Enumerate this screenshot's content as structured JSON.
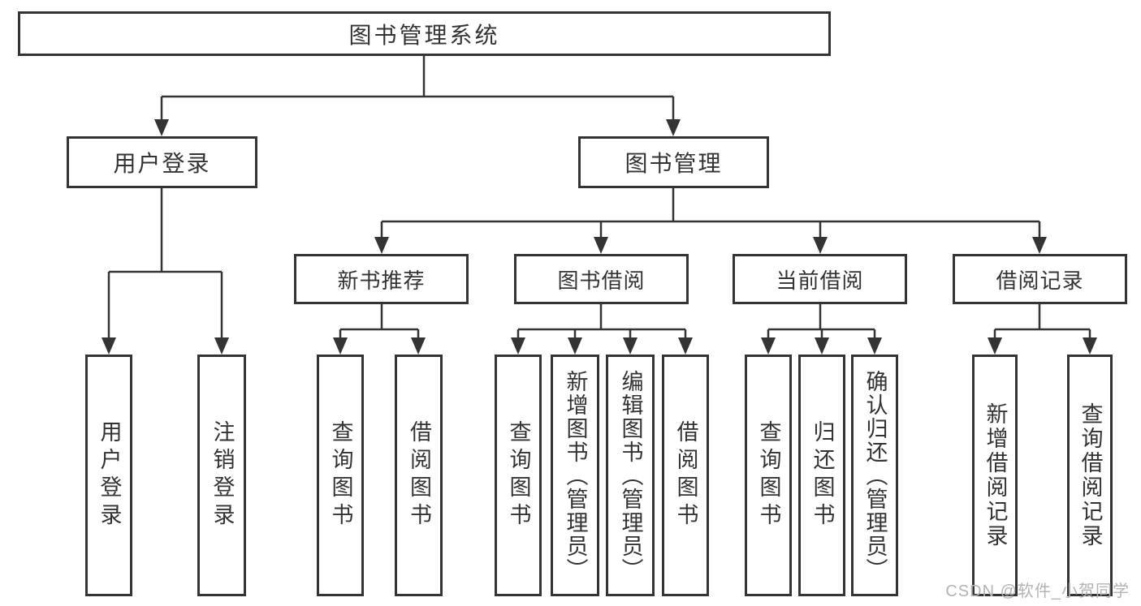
{
  "diagram": {
    "type": "tree",
    "title": "图书管理系统",
    "nodes": [
      {
        "id": "root",
        "label": "图书管理系统",
        "parent": null
      },
      {
        "id": "user-login",
        "label": "用户登录",
        "parent": "root"
      },
      {
        "id": "book-management",
        "label": "图书管理",
        "parent": "root"
      },
      {
        "id": "new-book-recommend",
        "label": "新书推荐",
        "parent": "book-management"
      },
      {
        "id": "book-borrowing",
        "label": "图书借阅",
        "parent": "book-management"
      },
      {
        "id": "current-borrowing",
        "label": "当前借阅",
        "parent": "book-management"
      },
      {
        "id": "borrowing-records",
        "label": "借阅记录",
        "parent": "book-management"
      },
      {
        "id": "user-login-action",
        "label": "用户登录",
        "parent": "user-login"
      },
      {
        "id": "logout-action",
        "label": "注销登录",
        "parent": "user-login"
      },
      {
        "id": "query-books-recommend",
        "label": "查询图书",
        "parent": "new-book-recommend"
      },
      {
        "id": "borrow-books-recommend",
        "label": "借阅图书",
        "parent": "new-book-recommend"
      },
      {
        "id": "query-books-borrow",
        "label": "查询图书",
        "parent": "book-borrowing"
      },
      {
        "id": "add-books-admin",
        "label": "新增图书（管理员）",
        "parent": "book-borrowing"
      },
      {
        "id": "edit-books-admin",
        "label": "编辑图书（管理员）",
        "parent": "book-borrowing"
      },
      {
        "id": "borrow-books",
        "label": "借阅图书",
        "parent": "book-borrowing"
      },
      {
        "id": "query-books-current",
        "label": "查询图书",
        "parent": "current-borrowing"
      },
      {
        "id": "return-books",
        "label": "归还图书",
        "parent": "current-borrowing"
      },
      {
        "id": "confirm-return-admin",
        "label": "确认归还（管理员）",
        "parent": "current-borrowing"
      },
      {
        "id": "add-borrow-record",
        "label": "新增借阅记录",
        "parent": "borrowing-records"
      },
      {
        "id": "query-borrow-record",
        "label": "查询借阅记录",
        "parent": "borrowing-records"
      }
    ]
  },
  "watermark": {
    "text": "CSDN @软件_小贺同学"
  },
  "colors": {
    "line": "#343434",
    "text": "#333333",
    "background": "#ffffff",
    "watermark": "#b3b3b3"
  }
}
